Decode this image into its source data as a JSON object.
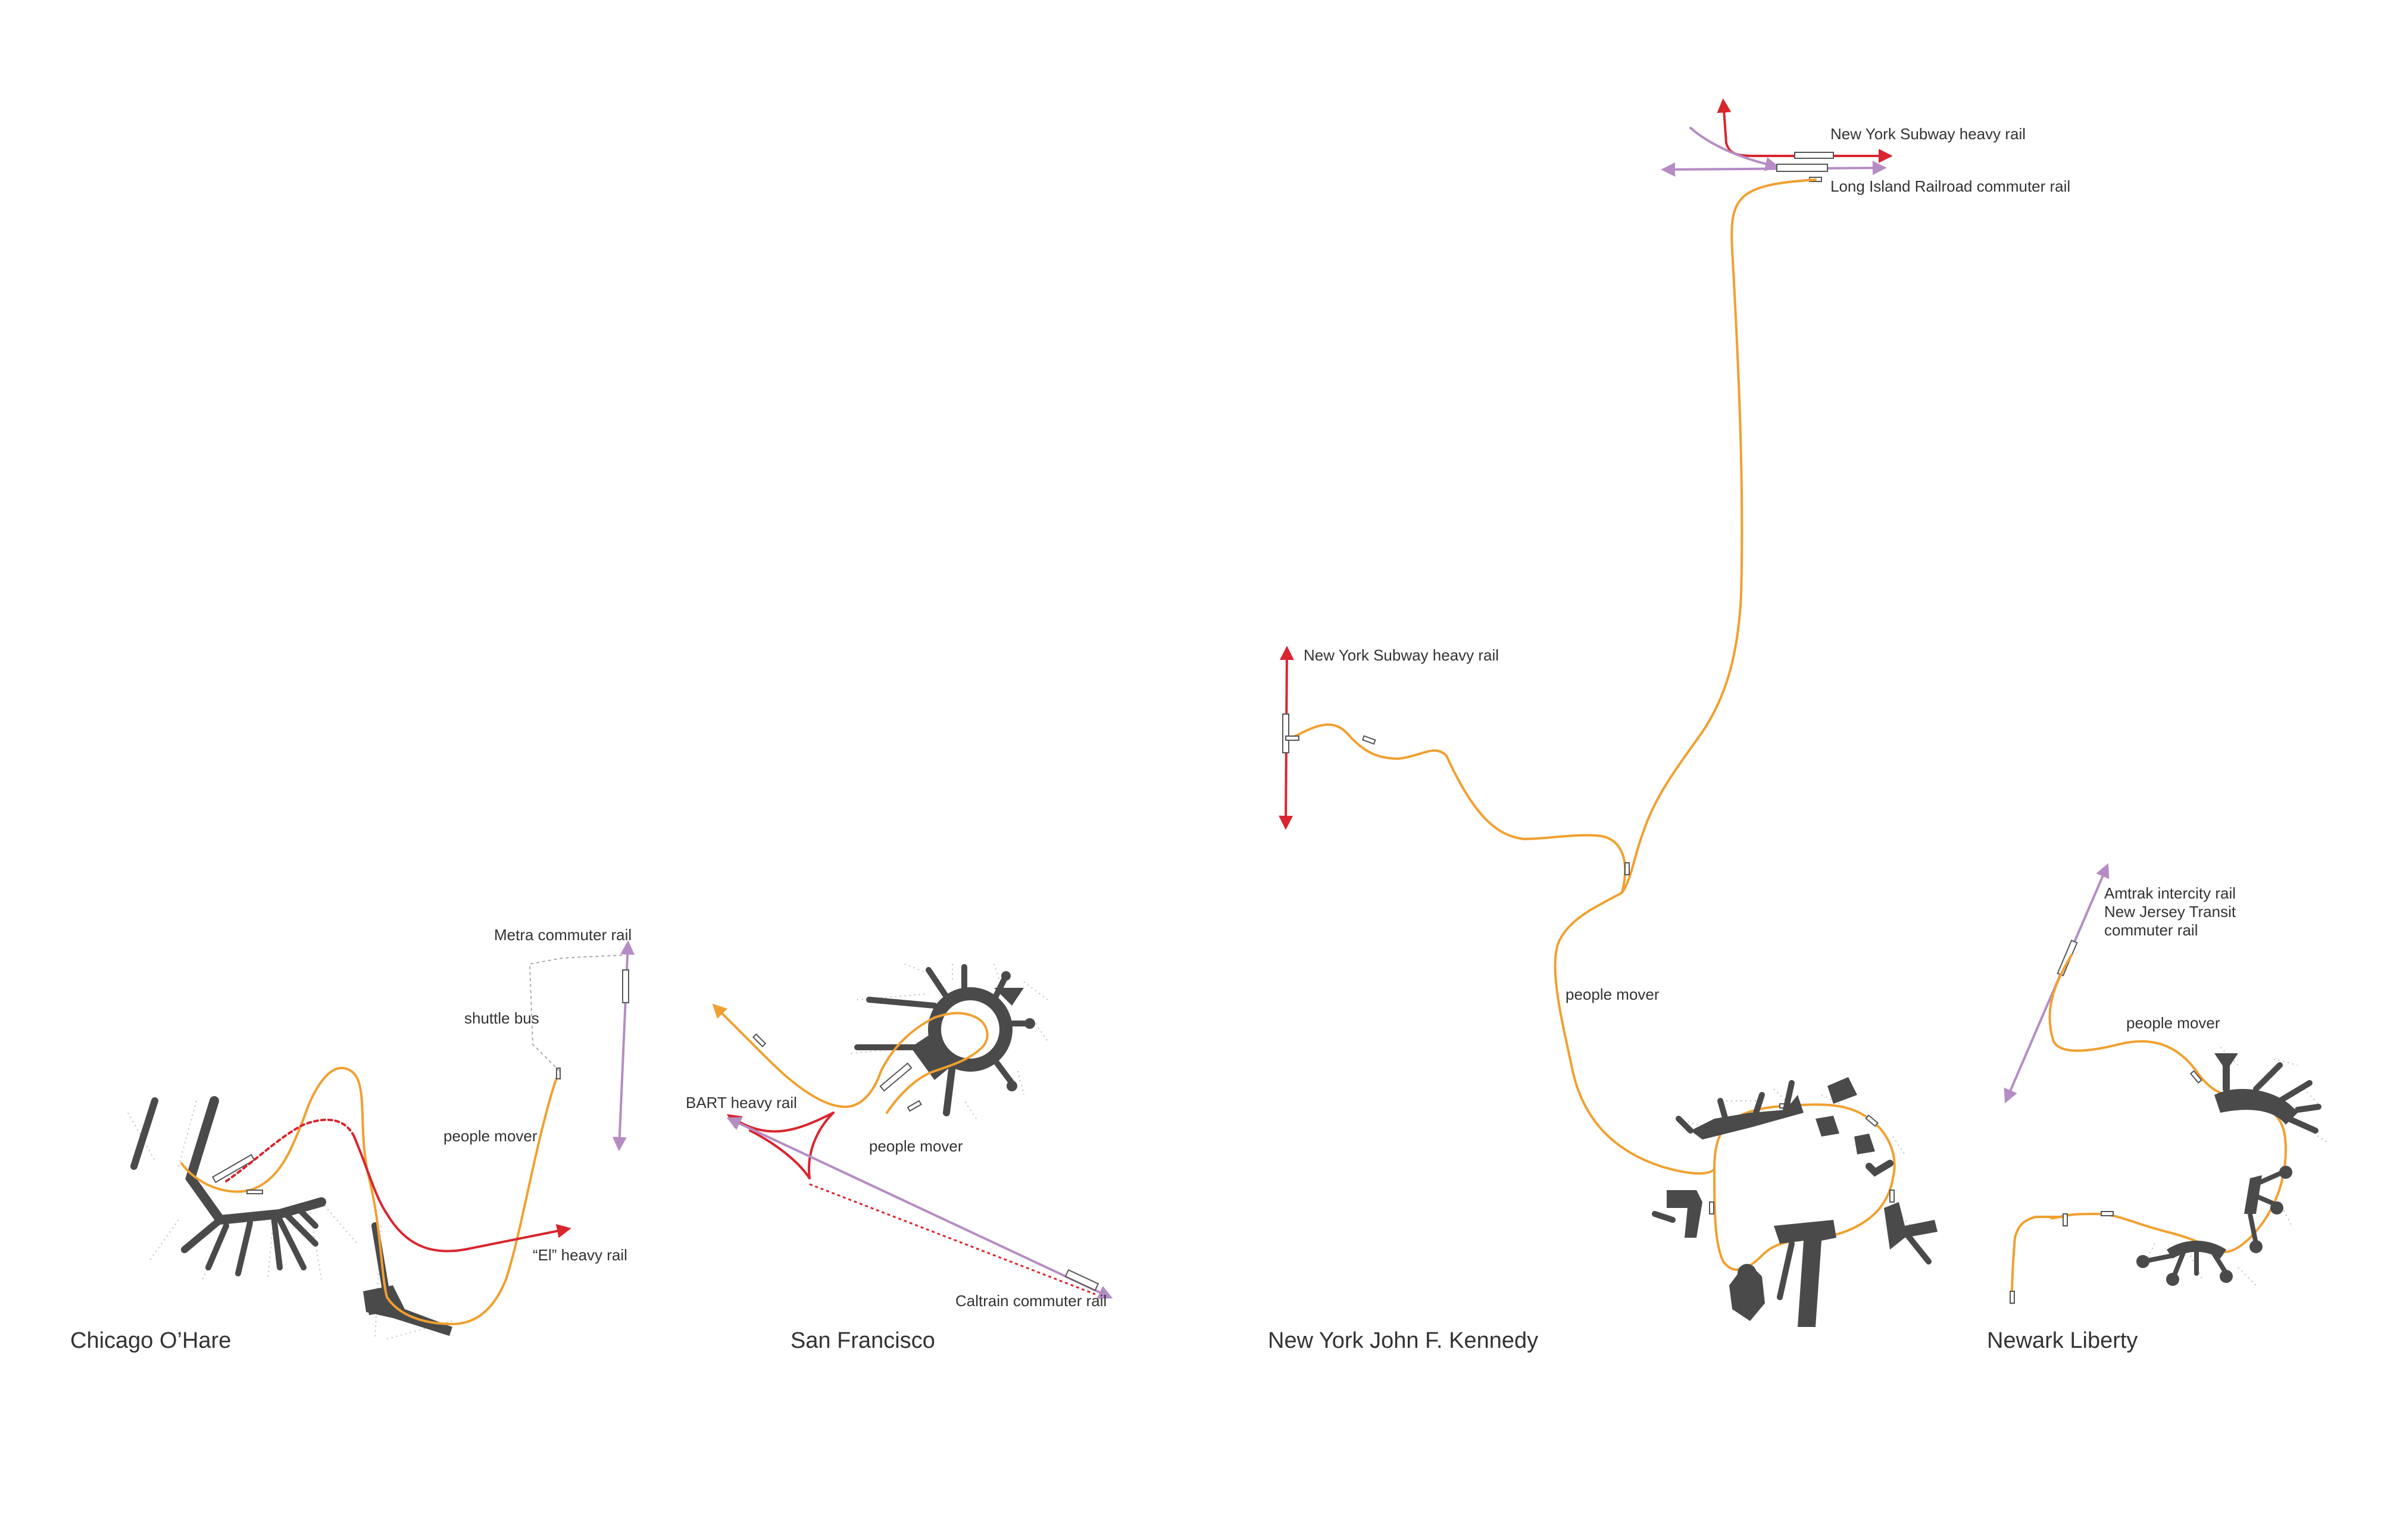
{
  "colors": {
    "people_mover": "#f0a030",
    "heavy_rail": "#d9252e",
    "commuter_rail": "#b58cc4",
    "shuttle_bus": "#aaaaaa",
    "terminal": "#4a4a4a",
    "text": "#333333"
  },
  "airports": {
    "chicago": {
      "title": "Chicago O’Hare",
      "labels": {
        "metra": "Metra commuter rail",
        "shuttle": "shuttle bus",
        "people_mover": "people mover",
        "el": "“El” heavy rail"
      }
    },
    "sfo": {
      "title": "San Francisco",
      "labels": {
        "bart": "BART heavy rail",
        "people_mover": "people mover",
        "caltrain": "Caltrain commuter rail"
      }
    },
    "jfk": {
      "title": "New York John F. Kennedy",
      "labels": {
        "subway_top": "New York Subway heavy rail",
        "lirr": "Long Island Railroad commuter rail",
        "subway_mid": "New York Subway heavy rail",
        "people_mover": "people mover"
      }
    },
    "ewr": {
      "title": "Newark Liberty",
      "labels": {
        "amtrak": "Amtrak intercity rail",
        "njt1": "New Jersey Transit",
        "njt2": "commuter rail",
        "people_mover": "people mover"
      }
    }
  }
}
